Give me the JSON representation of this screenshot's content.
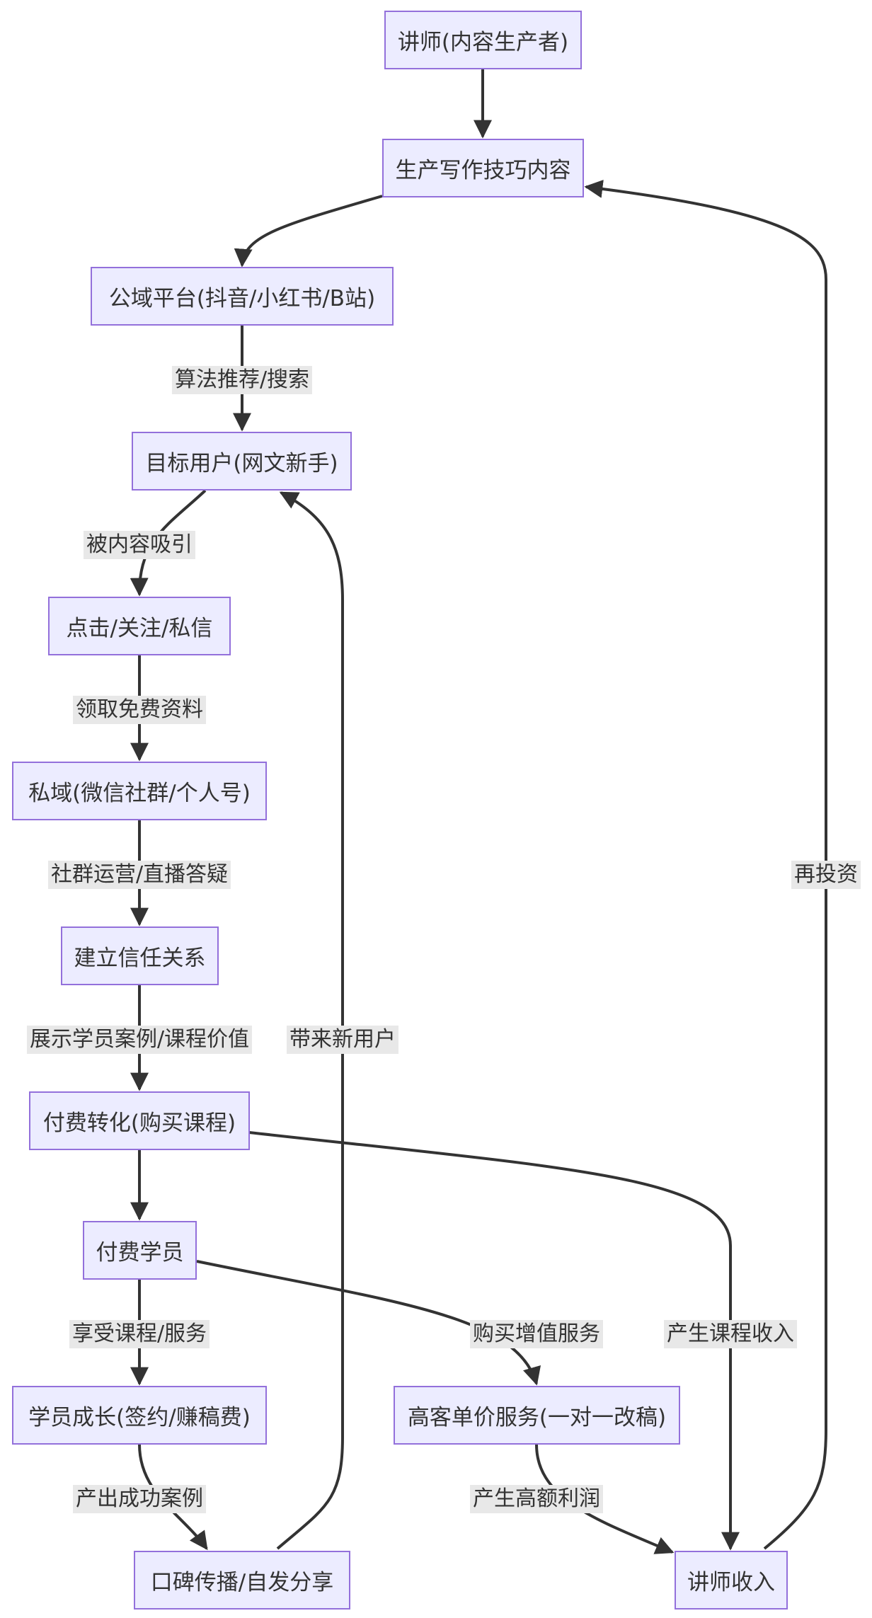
{
  "nodes": {
    "lecturer": "讲师(内容生产者)",
    "produce": "生产写作技巧内容",
    "public_platform": "公域平台(抖音/小红书/B站)",
    "target_user": "目标用户(网文新手)",
    "click_follow": "点击/关注/私信",
    "private_domain": "私域(微信社群/个人号)",
    "build_trust": "建立信任关系",
    "paid_conversion": "付费转化(购买课程)",
    "paid_student": "付费学员",
    "student_growth": "学员成长(签约/赚稿费)",
    "high_value_service": "高客单价服务(一对一改稿)",
    "word_of_mouth": "口碑传播/自发分享",
    "lecturer_income": "讲师收入"
  },
  "edge_labels": {
    "algorithm": "算法推荐/搜索",
    "attracted": "被内容吸引",
    "free_material": "领取免费资料",
    "community_ops": "社群运营/直播答疑",
    "showcase": "展示学员案例/课程价值",
    "enjoy_course": "享受课程/服务",
    "buy_addon": "购买增值服务",
    "course_income": "产生课程收入",
    "success_cases": "产出成功案例",
    "high_profit": "产生高额利润",
    "new_users": "带来新用户",
    "reinvest": "再投资"
  },
  "colors": {
    "node_fill": "#ececff",
    "node_border": "#9370db",
    "edge": "#333333",
    "label_bg": "#e8e8e8"
  }
}
